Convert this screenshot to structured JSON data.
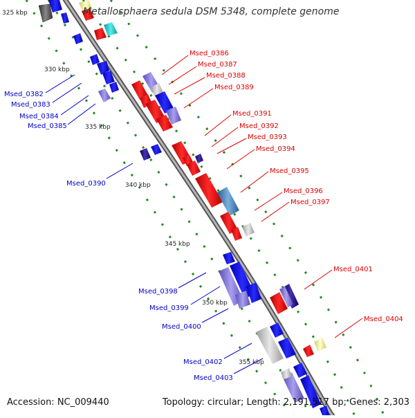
{
  "title": "Metallosphaera sedula DSM 5348, complete genome",
  "footer": {
    "accession": "Accession: NC_009440",
    "topology": "Topology: circular; Length: 2,191,517 bp; Genes: 2,303"
  },
  "scale_labels": [
    "325 kbp",
    "330 kbp",
    "335 kbp",
    "340 kbp",
    "345 kbp",
    "350 kbp",
    "355 kbp"
  ],
  "gene_labels_right": [
    "Msed_0386",
    "Msed_0387",
    "Msed_0388",
    "Msed_0389",
    "Msed_0391",
    "Msed_0392",
    "Msed_0393",
    "Msed_0394",
    "Msed_0395",
    "Msed_0396",
    "Msed_0397",
    "Msed_0401",
    "Msed_0404"
  ],
  "gene_labels_left": [
    "Msed_0382",
    "Msed_0383",
    "Msed_0384",
    "Msed_0385",
    "Msed_0390",
    "Msed_0398",
    "Msed_0399",
    "Msed_0400",
    "Msed_0402",
    "Msed_0403"
  ],
  "colors": {
    "backbone": "#8a8a8a",
    "red_gene": "#ee0000",
    "blue_gene": "#0000ee",
    "lavender_gene": "#8877dd",
    "grey_gene": "#bbbbbb",
    "steel_gene": "#4d88bb",
    "cyan_gene": "#22cccc",
    "yellow_gene": "#eeee99",
    "green_dots": "#228822",
    "right_label": "#dd0000",
    "left_label": "#0000cc"
  }
}
